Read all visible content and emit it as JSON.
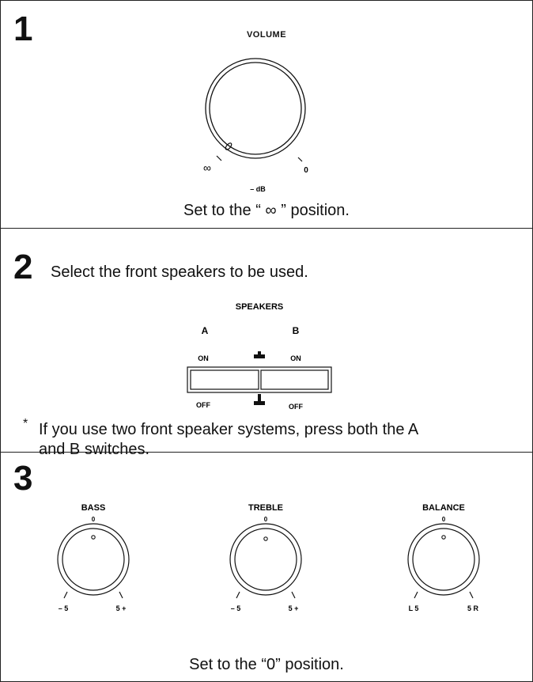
{
  "step1": {
    "number": "1",
    "volume_label": "VOLUME",
    "scale_left": "∞",
    "scale_right": "0",
    "unit": "– dB",
    "instruction_prefix": "Set to the “",
    "instruction_symbol": "∞",
    "instruction_suffix": "” position."
  },
  "step2": {
    "number": "2",
    "heading": "Select the front speakers to be used.",
    "speakers_label": "SPEAKERS",
    "a_label": "A",
    "b_label": "B",
    "on_label": "ON",
    "off_label": "OFF",
    "note_mark": "*",
    "note_line1": "If you use two front speaker systems, press both the A",
    "note_line2": "and B switches."
  },
  "step3": {
    "number": "3",
    "knobs": [
      {
        "label": "BASS",
        "top": "0",
        "left": "– 5",
        "right": "5 +"
      },
      {
        "label": "TREBLE",
        "top": "0",
        "left": "– 5",
        "right": "5 +"
      },
      {
        "label": "BALANCE",
        "top": "0",
        "left": "L 5",
        "right": "5 R"
      }
    ],
    "instruction": "Set to the “0” position."
  }
}
